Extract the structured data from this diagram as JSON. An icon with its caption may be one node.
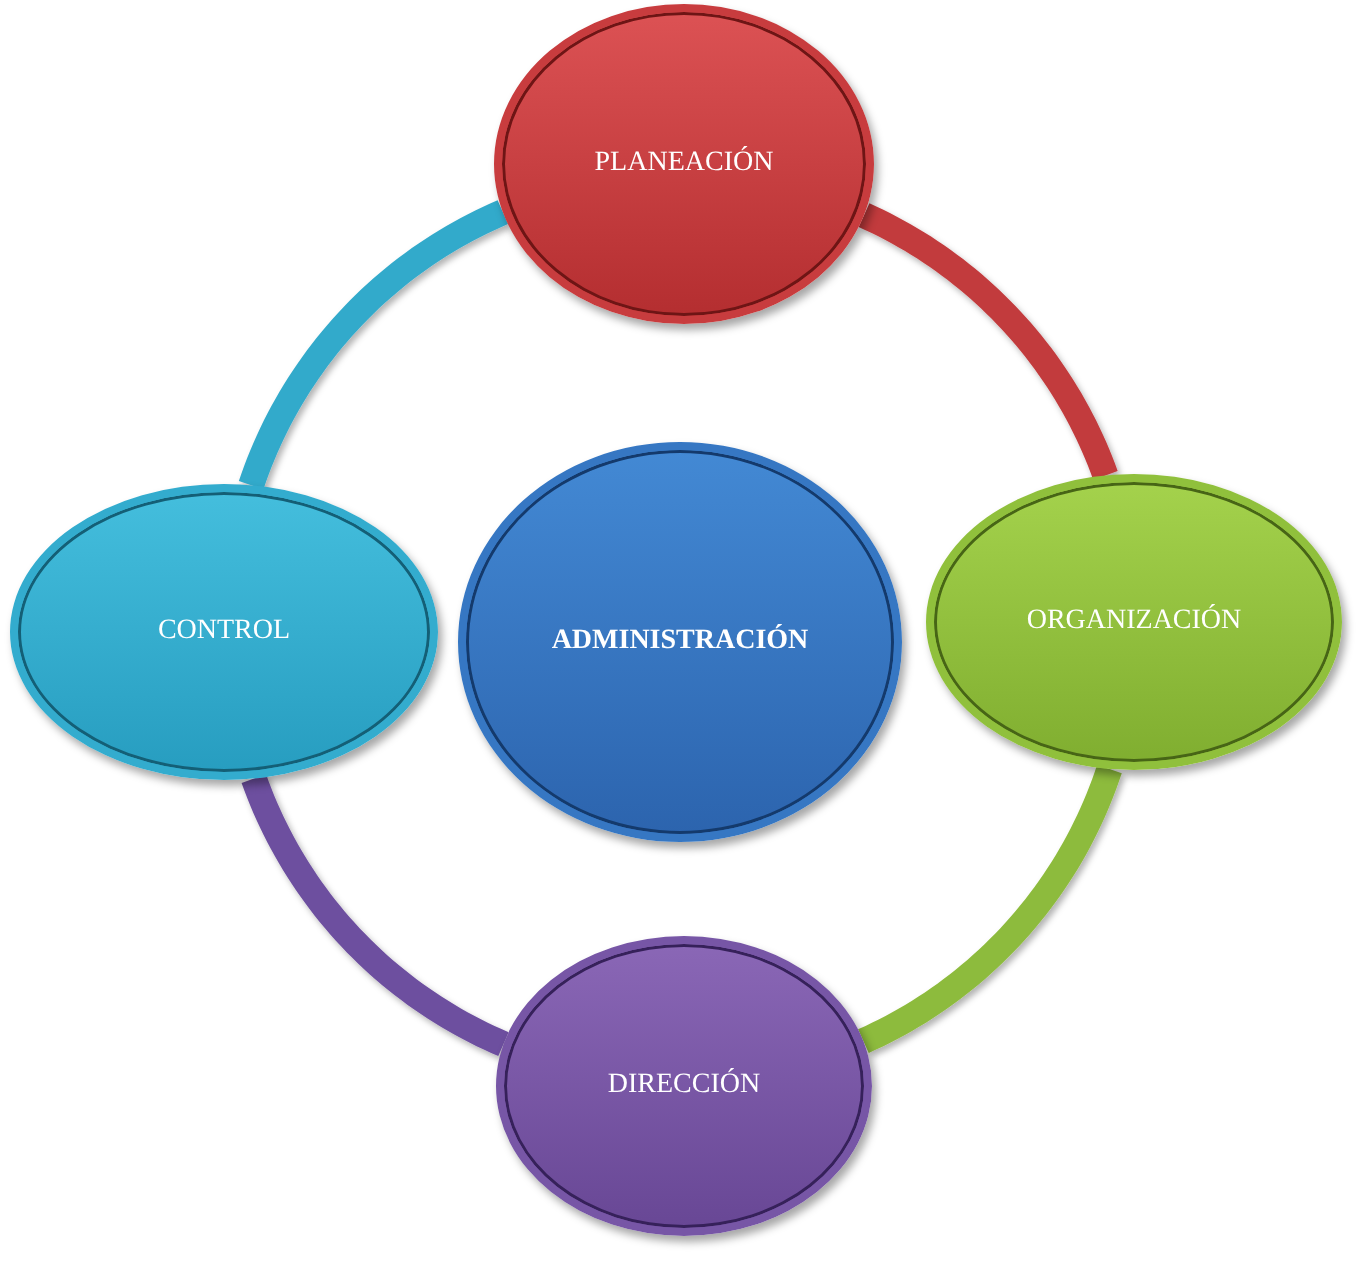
{
  "diagram": {
    "nodes": [
      {
        "text": [
          "PLANEACIÓN"
        ]
      },
      {
        "text": [
          "CONTROL"
        ]
      },
      {
        "text": [
          "ADMINISTRACIÓN"
        ]
      },
      {
        "text": [
          "ORGANIZACIÓN"
        ]
      },
      {
        "text": [
          "DIRECCIÓN"
        ]
      }
    ],
    "edges": [
      {
        "from": 0,
        "to": 3,
        "arrow": "none",
        "color": "#c23b3d"
      },
      {
        "from": 3,
        "to": 4,
        "arrow": "none",
        "color": "#8dbb3c"
      },
      {
        "from": 4,
        "to": 1,
        "arrow": "none",
        "color": "#6d4f9f"
      },
      {
        "from": 1,
        "to": 0,
        "arrow": "none",
        "color": "#33aacb"
      }
    ]
  }
}
